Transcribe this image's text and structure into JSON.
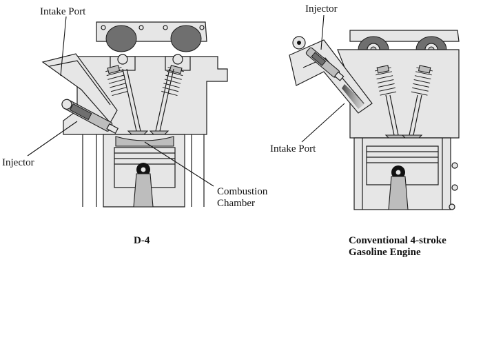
{
  "left_diagram": {
    "caption": "D-4",
    "labels": {
      "intake_port": "Intake Port",
      "injector": "Injector",
      "combustion_line1": "Combustion",
      "combustion_line2": "Chamber"
    }
  },
  "right_diagram": {
    "caption_line1": "Conventional 4-stroke",
    "caption_line2": "Gasoline Engine",
    "labels": {
      "injector": "Injector",
      "intake_port": "Intake Port"
    }
  }
}
